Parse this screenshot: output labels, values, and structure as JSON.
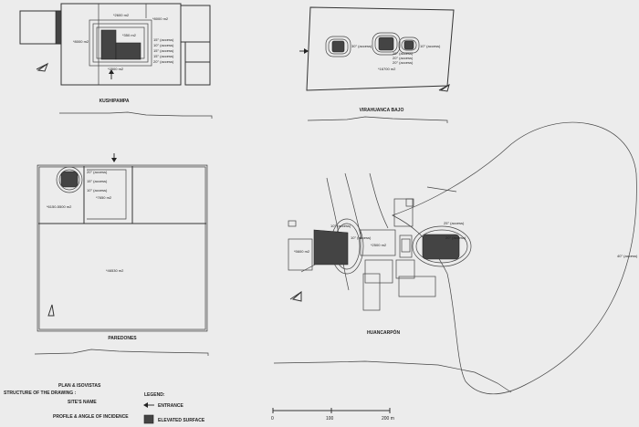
{
  "sites": {
    "kushipampa": {
      "name": "KUSHIPAMPA",
      "areas": [
        "*2600 m2",
        "*8000 m2",
        "*8000 m2",
        "*350 m2",
        "*2500 m2"
      ],
      "angles": [
        "15° (access)",
        "10° (access)",
        "15° (access)",
        "15° (access)",
        "20° (access)"
      ]
    },
    "virahuanca": {
      "name": "VIRAHUANCA BAJO",
      "area": "*16700 m2",
      "angles": [
        "30° (access)",
        "20° (access)",
        "20° (access)",
        "20° (access)",
        "10° (access)"
      ]
    },
    "paredones": {
      "name": "PAREDONES",
      "areas": [
        "*6150-5500 m2",
        "*7650 m2",
        "*46530 m2"
      ],
      "angles": [
        "20° (access)",
        "15° (access)",
        "10° (access)"
      ]
    },
    "huancarpon": {
      "name": "HUANCARPÓN",
      "areas": [
        "*5600 m2",
        "*2500 m2"
      ],
      "angles": [
        "10° (access)",
        "10° (access)",
        "25° (access)",
        "20° (access)",
        "40° (access)"
      ]
    }
  },
  "structure": {
    "heading": "STRUCTURE OF THE DRAWING :",
    "items": [
      "PLAN & ISOVISTAS",
      "SITE'S NAME",
      "PROFILE & ANGLE OF INCIDENCE"
    ]
  },
  "legend": {
    "title": "LEGEND:",
    "entrance": "ENTRANCE",
    "elevated": "ELEVATED SURFACE"
  },
  "scale": {
    "ticks": [
      "0",
      "100",
      "200 m"
    ]
  },
  "colors": {
    "background": "#ececec",
    "line": "#333333",
    "fill": "#444444"
  }
}
